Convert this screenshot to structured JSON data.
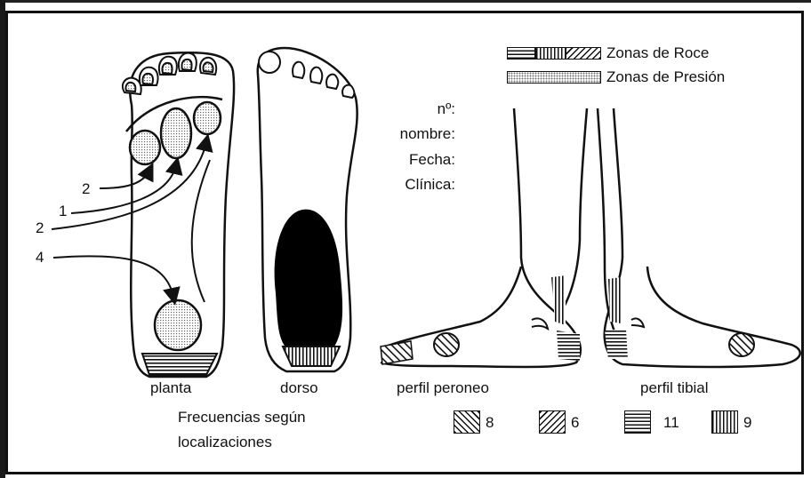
{
  "legend": {
    "friction_label": "Zonas de Roce",
    "pressure_label": "Zonas de Presión"
  },
  "form": {
    "fields": [
      "nº:",
      "nombre:",
      "Fecha:",
      "Clínica:"
    ]
  },
  "views": {
    "sole": "planta",
    "dorsum": "dorso",
    "peroneal": "perfil peroneo",
    "tibial": "perfil tibial"
  },
  "caption_line1": "Frecuencias según",
  "caption_line2": "localizaciones",
  "arrows": {
    "a": "2",
    "b": "1",
    "c": "2",
    "d": "4"
  },
  "frequency_legend": [
    {
      "pattern": "diagonal-back",
      "value": "8"
    },
    {
      "pattern": "diagonal-forward",
      "value": "6"
    },
    {
      "pattern": "horizontal",
      "value": "11"
    },
    {
      "pattern": "vertical",
      "value": "9"
    }
  ]
}
